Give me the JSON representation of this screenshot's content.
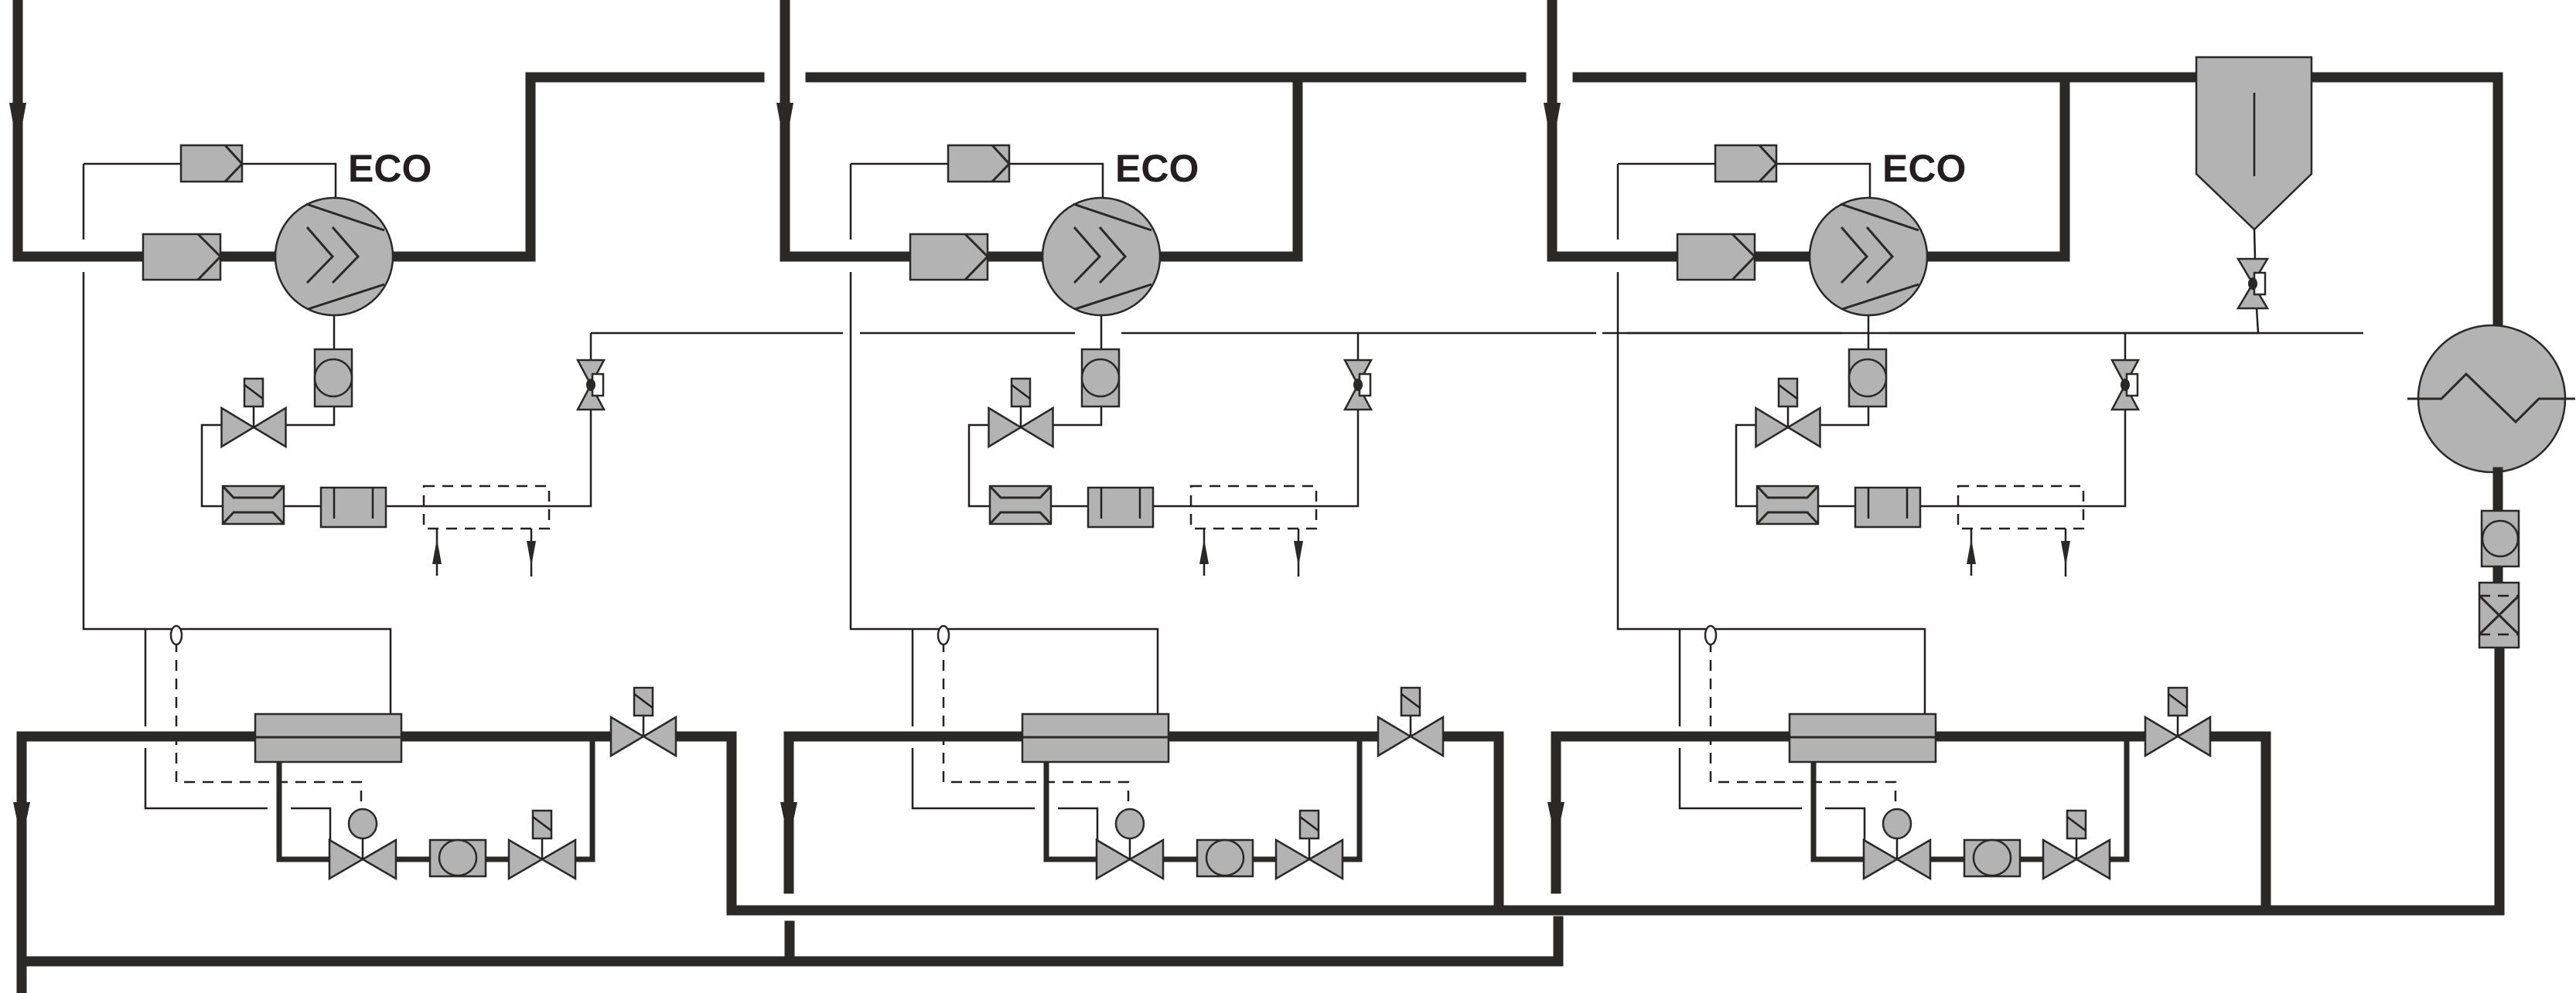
{
  "diagram": {
    "title": "Parallel economized screw compressor refrigeration system",
    "colors": {
      "pipe": "#2b2927",
      "component_fill": "#b3b3b3",
      "background": "#ffffff"
    },
    "modules": [
      {
        "id": "module-1",
        "label": "ECO",
        "components": [
          "suction-inlet-arrow",
          "suction-filter",
          "eco-port-filter",
          "screw-compressor",
          "oil-sight-glass",
          "oil-solenoid-valve",
          "oil-cooler",
          "oil-filter",
          "water-cooled-heat-exchanger",
          "water-in-arrow",
          "water-out-arrow",
          "check-valve",
          "economizer-plate-heat-exchanger",
          "liquid-solenoid-valve",
          "thermostatic-expansion-valve",
          "sensing-bulb",
          "liquid-sight-glass",
          "eco-solenoid-valve",
          "liquid-outlet-arrow"
        ]
      },
      {
        "id": "module-2",
        "label": "ECO",
        "components": [
          "suction-inlet-arrow",
          "suction-filter",
          "eco-port-filter",
          "screw-compressor",
          "oil-sight-glass",
          "oil-solenoid-valve",
          "oil-cooler",
          "oil-filter",
          "water-cooled-heat-exchanger",
          "water-in-arrow",
          "water-out-arrow",
          "check-valve",
          "economizer-plate-heat-exchanger",
          "liquid-solenoid-valve",
          "thermostatic-expansion-valve",
          "sensing-bulb",
          "liquid-sight-glass",
          "eco-solenoid-valve",
          "liquid-outlet-arrow"
        ]
      },
      {
        "id": "module-3",
        "label": "ECO",
        "components": [
          "suction-inlet-arrow",
          "suction-filter",
          "eco-port-filter",
          "screw-compressor",
          "oil-sight-glass",
          "oil-solenoid-valve",
          "oil-cooler",
          "oil-filter",
          "water-cooled-heat-exchanger",
          "water-in-arrow",
          "water-out-arrow",
          "check-valve",
          "economizer-plate-heat-exchanger",
          "liquid-solenoid-valve",
          "thermostatic-expansion-valve",
          "sensing-bulb",
          "liquid-sight-glass",
          "eco-solenoid-valve",
          "liquid-outlet-arrow"
        ]
      }
    ],
    "shared_components": [
      "discharge-header",
      "oil-separator",
      "oil-return-check-valve",
      "condenser",
      "receiver-sight-glass",
      "filter-drier",
      "liquid-header",
      "suction-collector"
    ]
  }
}
